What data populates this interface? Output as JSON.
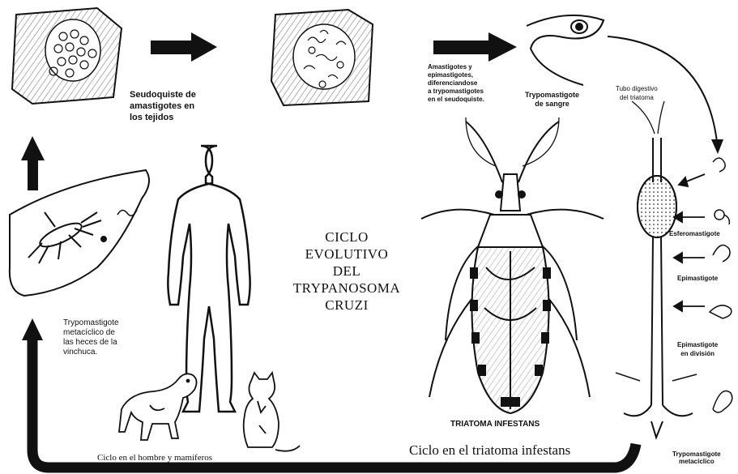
{
  "title_lines": [
    "CICLO",
    "EVOLUTIVO",
    "DEL",
    "TRYPANOSOMA",
    "CRUZI"
  ],
  "labels": {
    "seudoquiste": [
      "Seudoquiste de",
      "amastigotes en",
      "los tejidos"
    ],
    "amastigotes_diferenciandose": [
      "Amastigotes y",
      "epimastigotes,",
      "diferenciandose",
      "a trypomastigotes",
      "en el seudoquiste."
    ],
    "trypomastigote_sangre": [
      "Trypomastigote",
      "de sangre"
    ],
    "tubo_digestivo": [
      "Tubo digestivo",
      "del triatoma"
    ],
    "esferomastigote": "Esferomastigote",
    "epimastigote": "Epimastigote",
    "epimastigote_division": [
      "Epimastigote",
      "en división"
    ],
    "trypomastigote_metaciclico_right": [
      "Trypomastigote",
      "metaciclico"
    ],
    "trypomastigote_metaciclico_left": [
      "Trypomastigote",
      "metacíclico de",
      "las heces de la",
      "vinchuca."
    ],
    "triatoma_infestans": "TRIATOMA INFESTANS",
    "ciclo_hombre": "Ciclo en el hombre y mamíferos",
    "ciclo_triatoma": "Ciclo en el triatoma infestans"
  }
}
